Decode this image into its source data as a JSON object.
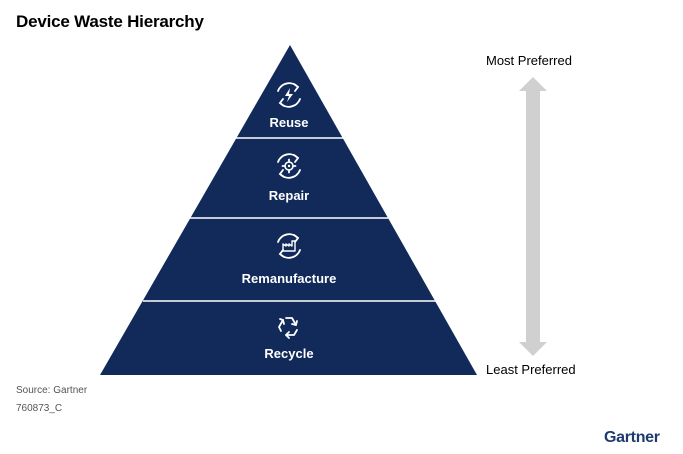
{
  "title": "Device Waste Hierarchy",
  "levels": [
    {
      "label": "Reuse",
      "icon": "reuse-icon"
    },
    {
      "label": "Repair",
      "icon": "repair-gear-icon"
    },
    {
      "label": "Remanufacture",
      "icon": "remanufacture-factory-icon"
    },
    {
      "label": "Recycle",
      "icon": "recycle-icon"
    }
  ],
  "scale": {
    "top": "Most Preferred",
    "bottom": "Least Preferred"
  },
  "source": "Source: Gartner",
  "code": "760873_C",
  "brand": "Gartner",
  "colors": {
    "pyramid": "#112a5a",
    "divider": "#ffffff",
    "arrow": "#d0d0d0",
    "brand": "#1e3a6e"
  }
}
